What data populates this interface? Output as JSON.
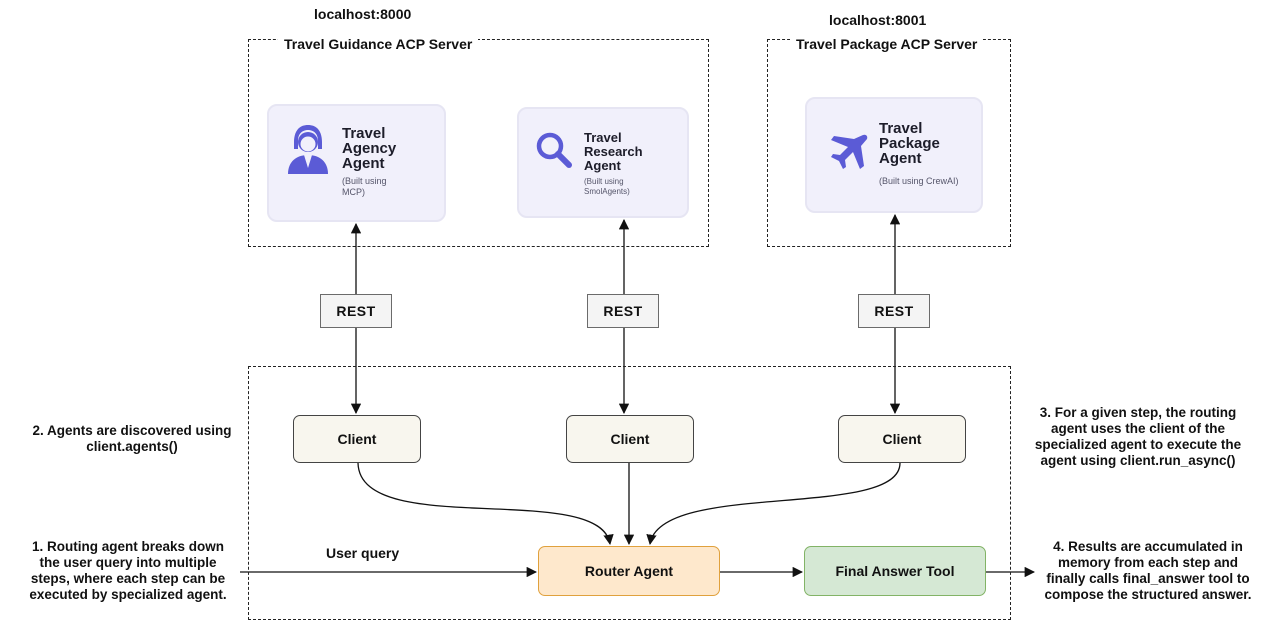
{
  "servers": {
    "guidance": {
      "host": "localhost:8000",
      "title": "Travel Guidance ACP Server"
    },
    "package": {
      "host": "localhost:8001",
      "title": "Travel Package ACP Server"
    }
  },
  "agents": [
    {
      "title": "Travel\nAgency\nAgent",
      "subtitle": "(Built using\nMCP)",
      "icon": "user-agent-icon"
    },
    {
      "title": "Travel\nResearch\nAgent",
      "subtitle": "(Built using\nSmolAgents)",
      "icon": "magnifier-icon"
    },
    {
      "title": "Travel\nPackage\nAgent",
      "subtitle": "(Built using CrewAI)",
      "icon": "airplane-icon"
    }
  ],
  "rest_labels": [
    "REST",
    "REST",
    "REST"
  ],
  "clients": [
    "Client",
    "Client",
    "Client"
  ],
  "router_label": "Router Agent",
  "final_tool_label": "Final Answer Tool",
  "user_query_label": "User query",
  "notes": {
    "step1": "1. Routing agent breaks down\nthe user query into multiple\nsteps, where each step can be\nexecuted by specialized agent.",
    "step2": "2. Agents are discovered using\nclient.agents()",
    "step3": "3. For a given step, the routing\nagent uses the client of the\nspecialized agent to execute the\nagent using client.run_async()",
    "step4": "4. Results are accumulated in\nmemory from each step and\nfinally calls final_answer tool to\ncompose the structured answer."
  },
  "colors": {
    "agent_card_fill": "#f1f0fb",
    "icon_color": "#5b5bd6",
    "router_fill": "#fee8cc",
    "router_border": "#e0a13d",
    "final_fill": "#d5e8d4",
    "final_border": "#82b366",
    "client_fill": "#f8f6ee"
  }
}
